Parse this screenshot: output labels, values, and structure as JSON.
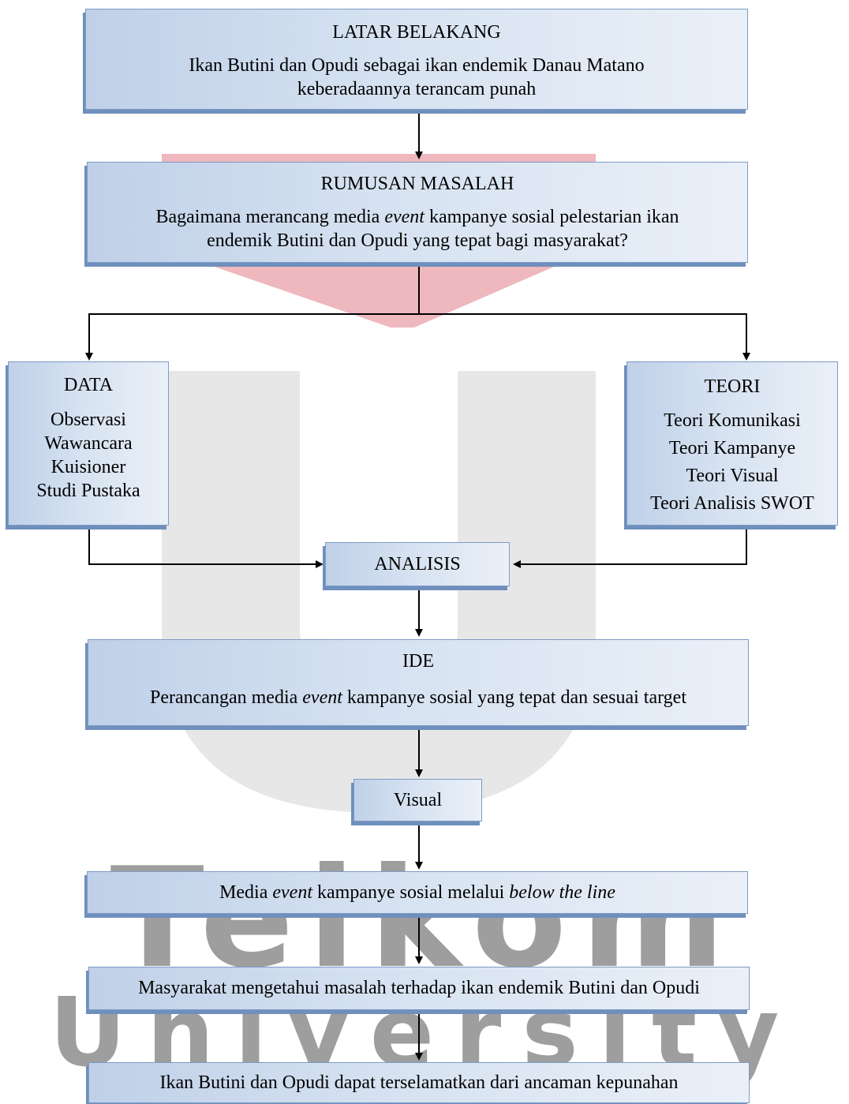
{
  "watermark": {
    "line1": "Telkom",
    "line2": "University"
  },
  "latar": {
    "title": "LATAR BELAKANG",
    "body1": "Ikan Butini dan Opudi sebagai ikan endemik Danau Matano",
    "body2": "keberadaannya terancam punah"
  },
  "rumusan": {
    "title": "RUMUSAN MASALAH",
    "body1a": "Bagaimana merancang media ",
    "body1b": "event",
    "body1c": " kampanye sosial pelestarian ikan",
    "body2": "endemik Butini dan Opudi yang tepat bagi masyarakat?"
  },
  "data": {
    "title": "DATA",
    "items": [
      "Observasi",
      "Wawancara",
      "Kuisioner",
      "Studi Pustaka"
    ]
  },
  "teori": {
    "title": "TEORI",
    "items": [
      "Teori Komunikasi",
      "Teori Kampanye",
      "Teori Visual",
      "Teori Analisis SWOT"
    ]
  },
  "analisis": {
    "label": "ANALISIS"
  },
  "ide": {
    "title": "IDE",
    "body_a": "Perancangan media ",
    "body_b": "event",
    "body_c": " kampanye sosial yang tepat dan sesuai target"
  },
  "visual": {
    "label": "Visual"
  },
  "media": {
    "a": "Media ",
    "b": "event",
    "c": " kampanye sosial melalui ",
    "d": "below the line"
  },
  "masyarakat": {
    "label": "Masyarakat mengetahui masalah terhadap ikan endemik Butini dan Opudi"
  },
  "ikan": {
    "label": "Ikan Butini dan Opudi dapat terselamatkan dari ancaman kepunahan"
  }
}
